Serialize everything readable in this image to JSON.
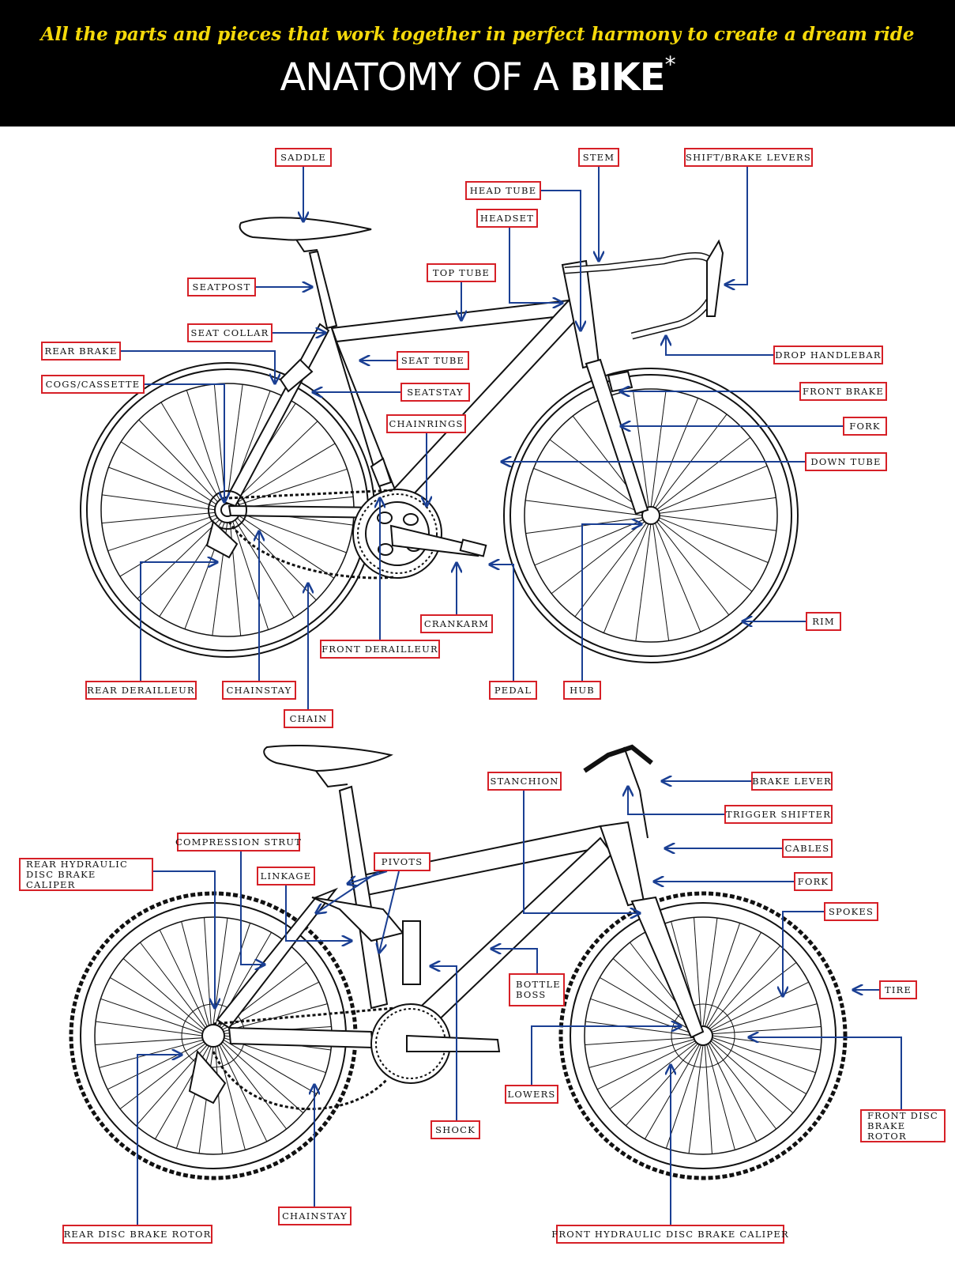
{
  "header": {
    "subtitle": "All the parts and pieces that work together in perfect harmony to create a dream ride",
    "title_light": "ANATOMY OF A ",
    "title_bold": "BIKE",
    "title_mark": "*"
  },
  "colors": {
    "header_bg": "#000000",
    "subtitle": "#f5d90a",
    "label_border": "#d62027",
    "leader": "#1a3f93"
  },
  "road_bike": {
    "saddle": "SADDLE",
    "stem": "STEM",
    "shift_brake_levers": "SHIFT/BRAKE LEVERS",
    "head_tube": "HEAD TUBE",
    "headset": "HEADSET",
    "top_tube": "TOP TUBE",
    "seatpost": "SEATPOST",
    "seat_collar": "SEAT COLLAR",
    "drop_handlebar": "DROP HANDLEBAR",
    "rear_brake": "REAR BRAKE",
    "seat_tube": "SEAT TUBE",
    "cogs_cassette": "COGS/CASSETTE",
    "seatstay": "SEATSTAY",
    "front_brake": "FRONT BRAKE",
    "chainrings": "CHAINRINGS",
    "fork": "FORK",
    "down_tube": "DOWN TUBE",
    "crankarm": "CRANKARM",
    "rim": "RIM",
    "front_derailleur": "FRONT DERAILLEUR",
    "rear_derailleur": "REAR DERAILLEUR",
    "chainstay": "CHAINSTAY",
    "pedal": "PEDAL",
    "hub": "HUB",
    "chain": "CHAIN"
  },
  "mountain_bike": {
    "stanchion": "STANCHION",
    "brake_lever": "BRAKE LEVER",
    "trigger_shifter": "TRIGGER SHIFTER",
    "compression_strut": "COMPRESSION STRUT",
    "cables": "CABLES",
    "rear_hydraulic_disc_brake_caliper": "REAR HYDRAULIC DISC BRAKE CALIPER",
    "pivots": "PIVOTS",
    "linkage": "LINKAGE",
    "fork": "FORK",
    "spokes": "SPOKES",
    "bottle_boss": "BOTTLE BOSS",
    "tire": "TIRE",
    "lowers": "LOWERS",
    "front_disc_brake_rotor": "FRONT DISC BRAKE ROTOR",
    "shock": "SHOCK",
    "chainstay": "CHAINSTAY",
    "rear_disc_brake_rotor": "REAR DISC BRAKE ROTOR",
    "front_hydraulic_disc_brake_caliper": "FRONT HYDRAULIC DISC BRAKE CALIPER"
  }
}
